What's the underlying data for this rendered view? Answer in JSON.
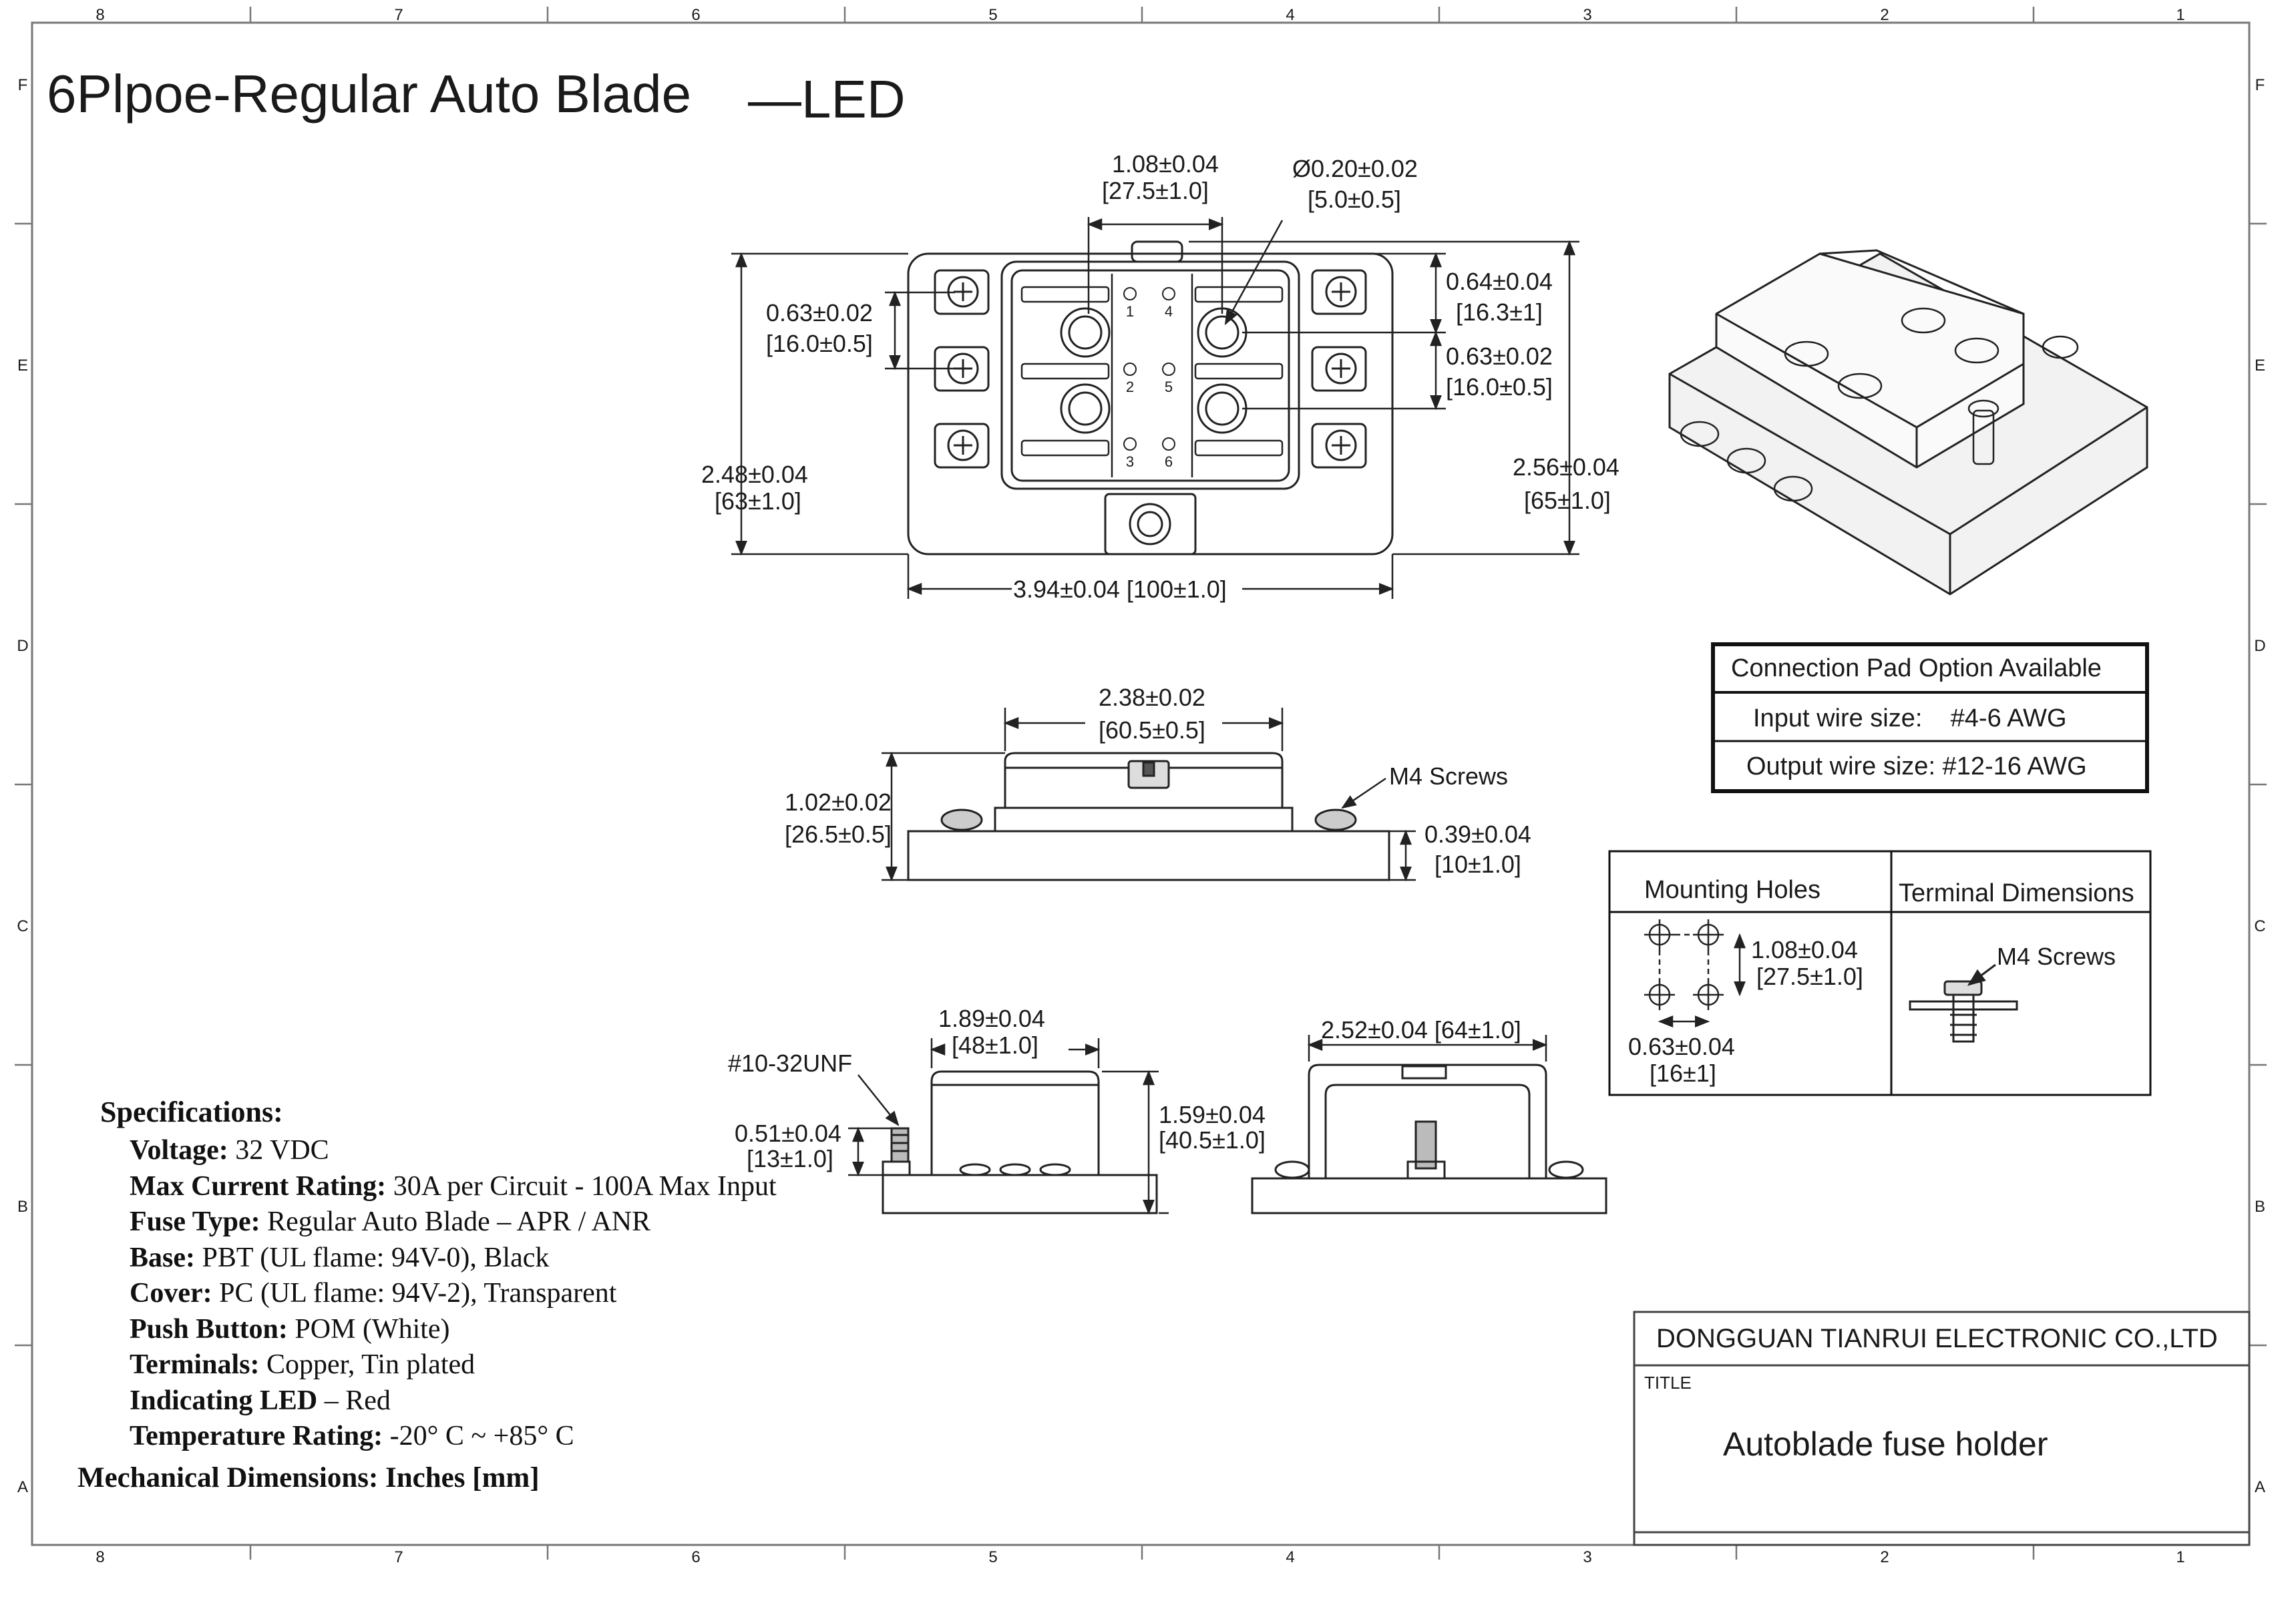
{
  "title": {
    "main": "6Plpoe-Regular Auto Blade",
    "suffix": "—LED"
  },
  "border": {
    "columns": [
      "8",
      "7",
      "6",
      "5",
      "4",
      "3",
      "2",
      "1"
    ],
    "rows": [
      "F",
      "E",
      "D",
      "C",
      "B",
      "A"
    ]
  },
  "top_view": {
    "dim_center_spacing": {
      "inch": "1.08±0.04",
      "mm": "[27.5±1.0]"
    },
    "dim_hole": {
      "inch": "Ø0.20±0.02",
      "mm": "[5.0±0.5]"
    },
    "dim_left_pitch": {
      "inch": "0.63±0.02",
      "mm": "[16.0±0.5]"
    },
    "dim_right_top": {
      "inch": "0.64±0.04",
      "mm": "[16.3±1]"
    },
    "dim_right_pitch": {
      "inch": "0.63±0.02",
      "mm": "[16.0±0.5]"
    },
    "dim_height_left": {
      "inch": "2.48±0.04",
      "mm": "[63±1.0]"
    },
    "dim_height_right": {
      "inch": "2.56±0.04",
      "mm": "[65±1.0]"
    },
    "dim_width": "3.94±0.04 [100±1.0]",
    "slot_numbers": [
      "1",
      "2",
      "3",
      "4",
      "5",
      "6"
    ]
  },
  "front_view": {
    "dim_width": {
      "inch": "2.38±0.02",
      "mm": "[60.5±0.5]"
    },
    "dim_height": {
      "inch": "1.02±0.02",
      "mm": "[26.5±0.5]"
    },
    "dim_base": {
      "inch": "0.39±0.04",
      "mm": "[10±1.0]"
    },
    "screw_label": "M4 Screws"
  },
  "side_view": {
    "stud_label": "#10-32UNF",
    "dim_width": {
      "inch": "1.89±0.04",
      "mm": "[48±1.0]"
    },
    "dim_stud": {
      "inch": "0.51±0.04",
      "mm": "[13±1.0]"
    },
    "dim_height": {
      "inch": "1.59±0.04",
      "mm": "[40.5±1.0]"
    }
  },
  "end_view": {
    "dim_width": "2.52±0.04 [64±1.0]"
  },
  "connection_table": {
    "heading": "Connection Pad Option Available",
    "input": "Input wire size:    #4-6 AWG",
    "output": "Output wire size: #12-16 AWG"
  },
  "mounting_table": {
    "col1": "Mounting Holes",
    "col2": "Terminal Dimensions",
    "dim_v": {
      "inch": "1.08±0.04",
      "mm": "[27.5±1.0]"
    },
    "dim_h": {
      "inch": "0.63±0.04",
      "mm": "[16±1]"
    },
    "screw_label": "M4 Screws"
  },
  "specs": {
    "heading": "Specifications:",
    "rows": [
      {
        "label": "Voltage:",
        "value": " 32 VDC"
      },
      {
        "label": "Max Current Rating:",
        "value": " 30A  per Circuit - 100A Max Input"
      },
      {
        "label": "Fuse Type:",
        "value": " Regular Auto Blade – APR / ANR"
      },
      {
        "label": "Base:",
        "value": " PBT (UL flame: 94V-0), Black"
      },
      {
        "label": "Cover:",
        "value": " PC (UL flame: 94V-2), Transparent"
      },
      {
        "label": "Push Button:",
        "value": " POM (White)"
      },
      {
        "label": "Terminals:",
        "value": " Copper, Tin plated"
      },
      {
        "label": "Indicating LED",
        "value": " – Red"
      },
      {
        "label": "Temperature Rating:",
        "value": " -20° C ~ +85° C"
      }
    ],
    "mechanical": "Mechanical Dimensions:  Inches [mm]"
  },
  "title_block": {
    "company": "DONGGUAN TIANRUI ELECTRONIC CO.,LTD",
    "title_label": "TITLE",
    "title_value": "Autoblade fuse holder"
  }
}
